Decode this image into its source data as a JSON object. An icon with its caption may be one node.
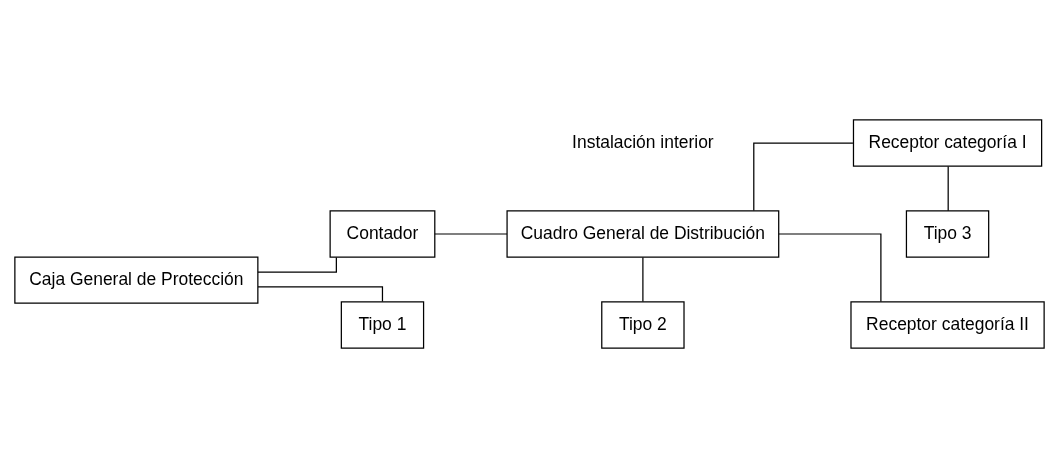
{
  "diagram": {
    "nodes": [
      {
        "text": [
          "Caja General de Protección"
        ]
      },
      {
        "text": [
          "Contador"
        ]
      },
      {
        "text": [
          "Tipo 1"
        ]
      },
      {
        "text": [
          "Cuadro General de Distribución"
        ]
      },
      {
        "text": [
          "Tipo 2"
        ]
      },
      {
        "text": [
          "Receptor categoría I"
        ]
      },
      {
        "text": [
          "Tipo 3"
        ]
      },
      {
        "text": [
          "Receptor categoría II"
        ]
      }
    ],
    "edges": [
      {
        "from": 0,
        "to": 1,
        "arrow": "none"
      },
      {
        "from": 0,
        "to": 2,
        "arrow": "none"
      },
      {
        "from": 1,
        "to": 3,
        "arrow": "none"
      },
      {
        "from": 3,
        "to": 4,
        "arrow": "none"
      },
      {
        "from": 3,
        "to": 5,
        "arrow": "none"
      },
      {
        "from": 3,
        "to": 7,
        "arrow": "none"
      },
      {
        "from": 5,
        "to": 6,
        "arrow": "none"
      }
    ],
    "labels": [
      "Instalación interior"
    ]
  }
}
